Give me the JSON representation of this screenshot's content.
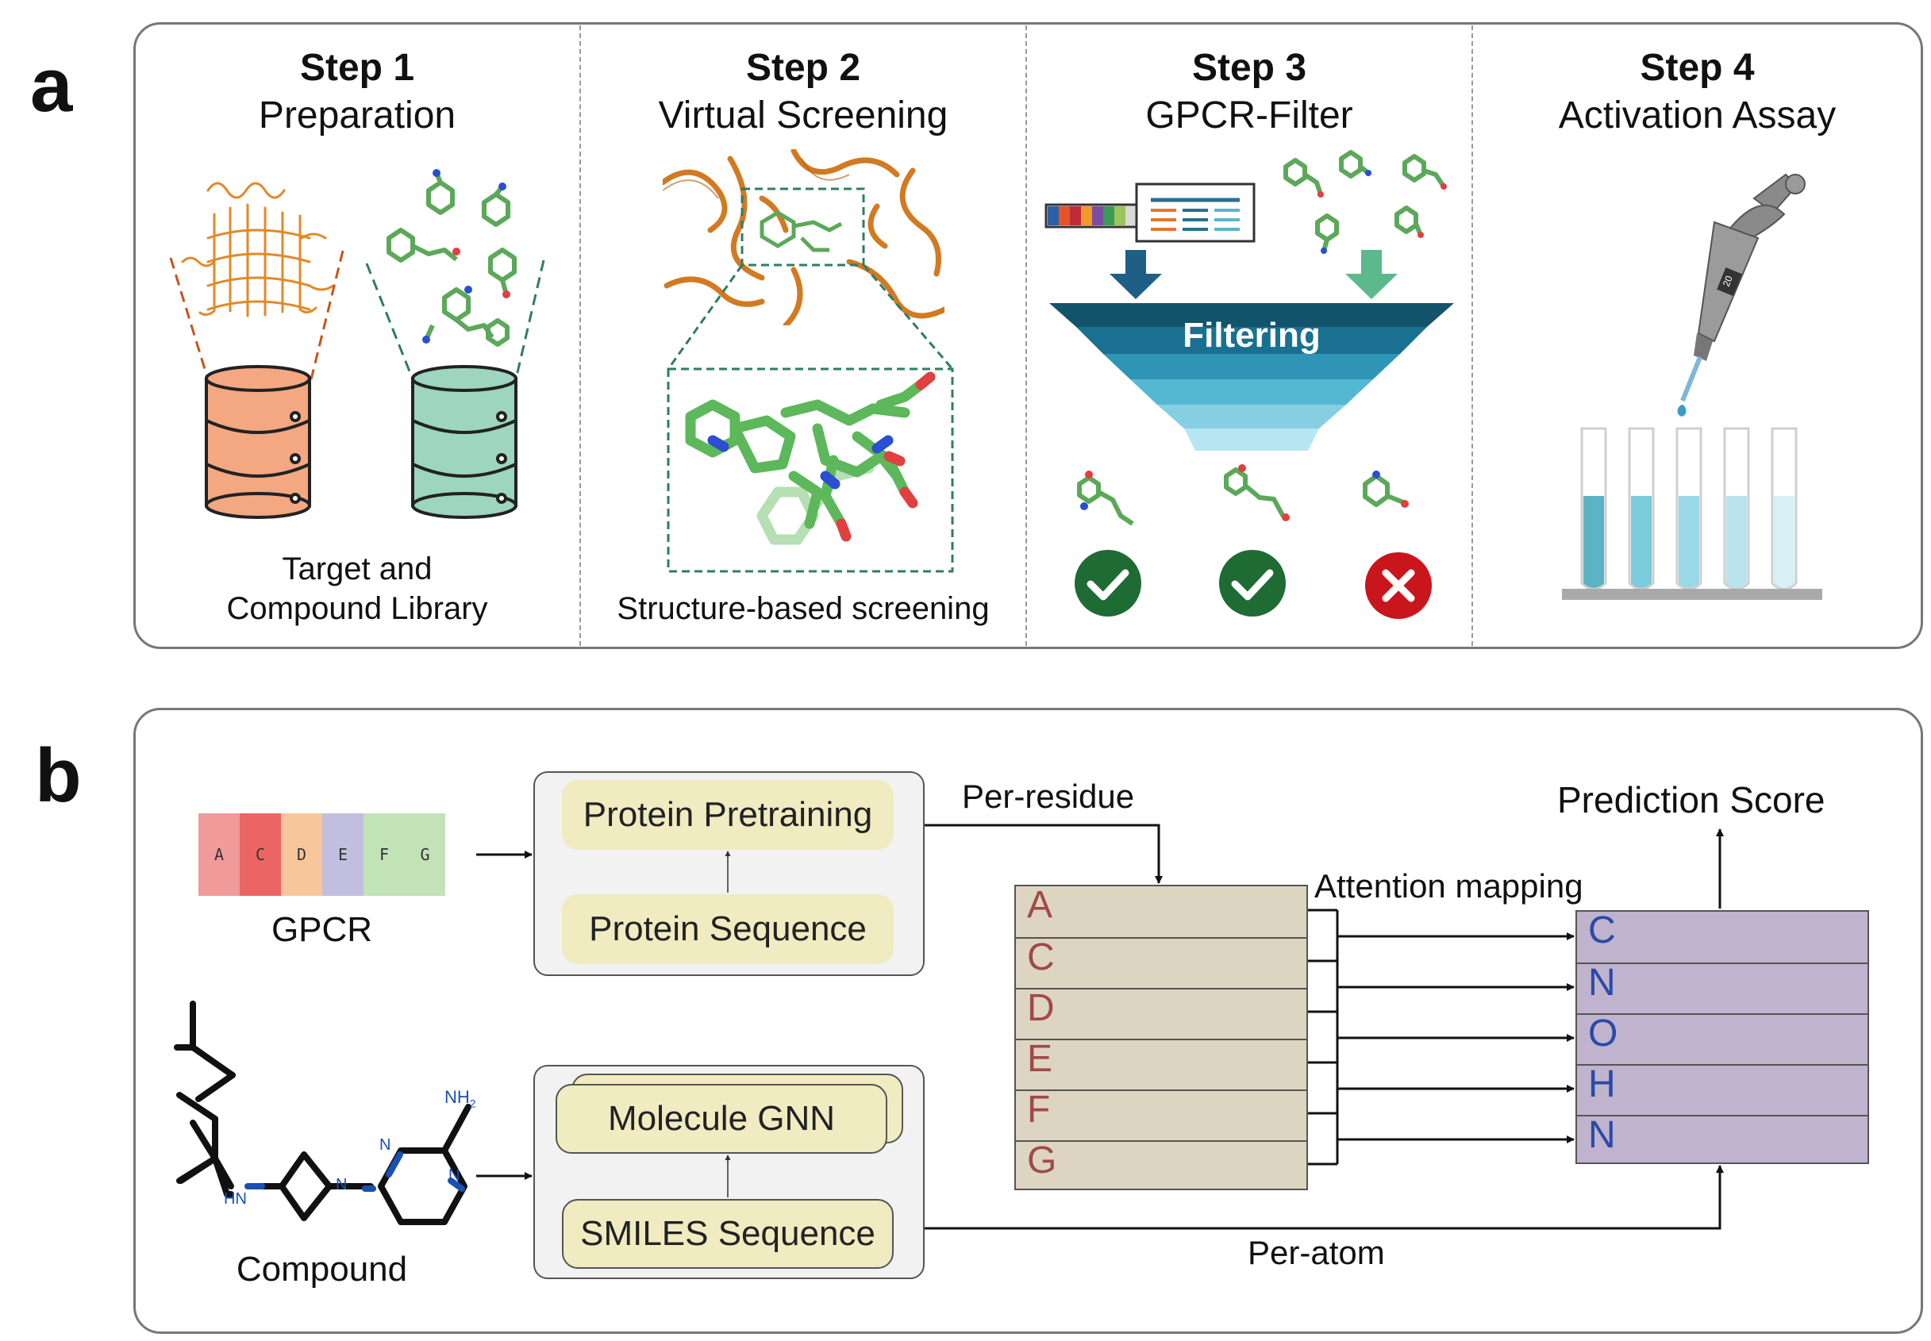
{
  "panel_a": {
    "letter": "a",
    "steps": [
      {
        "title": "Step 1",
        "subtitle": "Preparation",
        "caption_line1": "Target and",
        "caption_line2": "Compound Library"
      },
      {
        "title": "Step 2",
        "subtitle": "Virtual Screening",
        "caption_line1": "Structure-based screening"
      },
      {
        "title": "Step 3",
        "subtitle": "GPCR-Filter",
        "funnel_label": "Filtering"
      },
      {
        "title": "Step 4",
        "subtitle": "Activation Assay",
        "pipette_label": "20"
      }
    ],
    "colors": {
      "target_db": "#f3a882",
      "compound_db": "#9dd5bf",
      "protein": "#e08a2a",
      "ligand": "#7cc576",
      "funnel_top": "#12546b",
      "funnel_bottom": "#b7e6f3",
      "pass": "#1e6b34",
      "fail": "#c9161d",
      "arrow_left": "#1e5f86",
      "arrow_right": "#5bb98c"
    }
  },
  "panel_b": {
    "letter": "b",
    "gpcr_label": "GPCR",
    "compound_label": "Compound",
    "sequence": [
      {
        "letter": "A",
        "color": "#f09a9a"
      },
      {
        "letter": "C",
        "color": "#ec6565"
      },
      {
        "letter": "D",
        "color": "#f8c69b"
      },
      {
        "letter": "E",
        "color": "#c2bedf"
      },
      {
        "letter": "F",
        "color": "#c1e3b6"
      },
      {
        "letter": "G",
        "color": "#c1e3b6"
      }
    ],
    "protein_module": {
      "top": "Protein Pretraining",
      "bottom": "Protein Sequence"
    },
    "molecule_module": {
      "top": "Molecule GNN",
      "bottom": "SMILES Sequence"
    },
    "per_residue": "Per-residue",
    "per_atom": "Per-atom",
    "attention": "Attention mapping",
    "prediction": "Prediction Score",
    "residues": [
      "A",
      "C",
      "D",
      "E",
      "F",
      "G"
    ],
    "atoms": [
      "C",
      "N",
      "O",
      "H",
      "N"
    ],
    "molecule_atoms": {
      "nh2": "NH",
      "nh2_sub": "2",
      "hn": "HN",
      "n1": "N",
      "n2": "N",
      "n3": "N"
    },
    "colors": {
      "residue_bg": "#ddd5c2",
      "residue_text": "#a04a4a",
      "atom_bg": "#bfb3ce",
      "atom_text": "#2a4aa8"
    }
  }
}
